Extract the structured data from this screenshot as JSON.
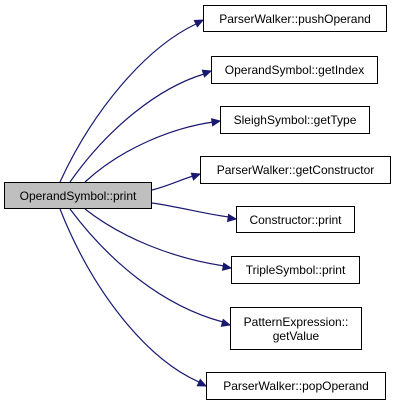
{
  "graph": {
    "edge_color": "#191970",
    "source": {
      "label": "OperandSymbol::print",
      "fill": "#bfbfbf"
    },
    "targets": [
      {
        "lines": [
          "ParserWalker::pushOperand"
        ]
      },
      {
        "lines": [
          "OperandSymbol::getIndex"
        ]
      },
      {
        "lines": [
          "SleighSymbol::getType"
        ]
      },
      {
        "lines": [
          "ParserWalker::getConstructor"
        ]
      },
      {
        "lines": [
          "Constructor::print"
        ]
      },
      {
        "lines": [
          "TripleSymbol::print"
        ]
      },
      {
        "lines": [
          "PatternExpression::",
          "getValue"
        ]
      },
      {
        "lines": [
          "ParserWalker::popOperand"
        ]
      }
    ]
  }
}
